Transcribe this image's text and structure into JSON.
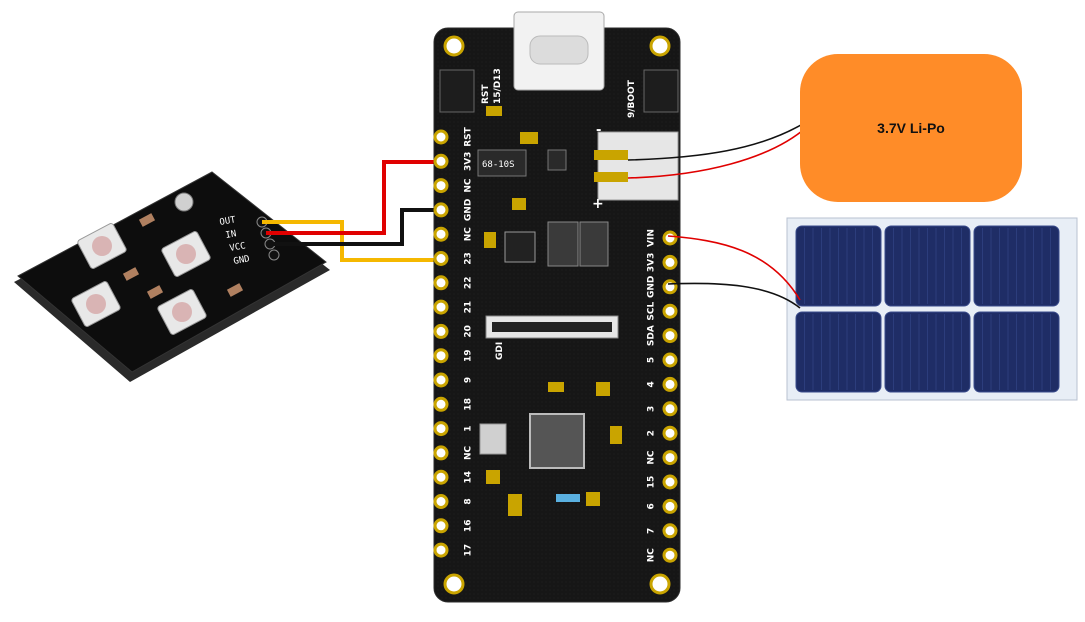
{
  "battery": {
    "label": "3.7V Li-Po",
    "color": "#ff8c28"
  },
  "board": {
    "top_labels": {
      "rst": "RST",
      "d13": "15/D13",
      "boot": "9/BOOT"
    },
    "chip_marking": "68-10S",
    "battery_plus": "+",
    "battery_minus": "-",
    "gdi": "GDI",
    "left_pins": [
      "RST",
      "3V3",
      "NC",
      "GND",
      "NC",
      "23",
      "22",
      "21",
      "20",
      "19",
      "9",
      "18",
      "1",
      "NC",
      "14",
      "8",
      "16",
      "17"
    ],
    "right_pins": [
      "VIN",
      "3V3",
      "GND",
      "SCL",
      "SDA",
      "5",
      "4",
      "3",
      "2",
      "NC",
      "15",
      "6",
      "7",
      "NC"
    ]
  },
  "led_module": {
    "labels": [
      "OUT",
      "IN",
      "VCC",
      "GND"
    ]
  },
  "wires": {
    "red": "#e00000",
    "black": "#111111",
    "yellow": "#f5b800"
  }
}
